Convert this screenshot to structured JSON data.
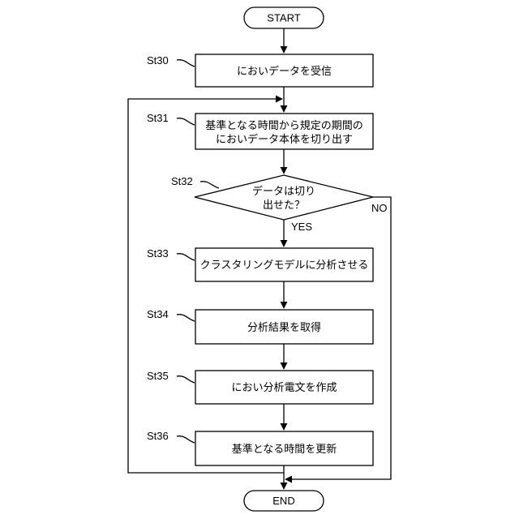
{
  "terminals": {
    "start": "START",
    "end": "END"
  },
  "steps": [
    {
      "id": "St30",
      "lines": [
        "においデータを受信"
      ]
    },
    {
      "id": "St31",
      "lines": [
        "基準となる時間から規定の期間の",
        "においデータ本体を切り出す"
      ]
    },
    {
      "id": "St32",
      "lines": [
        "データは切り",
        "出せた？"
      ]
    },
    {
      "id": "St33",
      "lines": [
        "クラスタリングモデルに分析させる"
      ]
    },
    {
      "id": "St34",
      "lines": [
        "分析結果を取得"
      ]
    },
    {
      "id": "St35",
      "lines": [
        "におい分析電文を作成"
      ]
    },
    {
      "id": "St36",
      "lines": [
        "基準となる時間を更新"
      ]
    }
  ],
  "branches": {
    "yes": "YES",
    "no": "NO"
  }
}
